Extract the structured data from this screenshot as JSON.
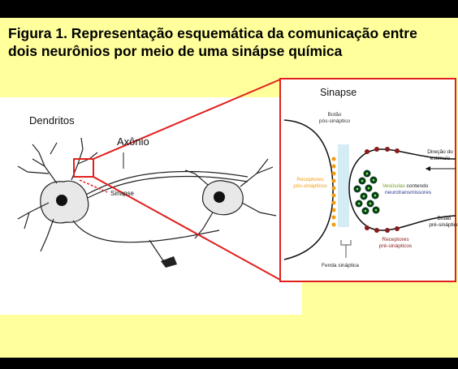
{
  "title": {
    "line1": "Figura 1. Representação esquemática da comunicação entre",
    "line2": "dois neurônios por meio de uma sinápse química"
  },
  "neuron": {
    "dendritos": "Dendritos",
    "axonio": "Axônio",
    "sinapse": "Sinapse"
  },
  "inset": {
    "title": "Sinapse",
    "botao_pos": "Botão\npós-sináptico",
    "receptores_pos": "Receptores\npós-sinápticos",
    "vesiculas_prefix": "Vesículas",
    "vesiculas_suffix": " contendo",
    "neurotransmissores": "neurotransmissores",
    "direcao": "Direção do\nestímulo",
    "botao_pre": "Botão\npré-sináptico",
    "receptores_pre": "Receptores\npré-sinápticos",
    "fenda": "Fenda sináptica"
  },
  "colors": {
    "background": "#ffff9c",
    "inset_border": "#e0201c",
    "receptor_pos": "#f39c12",
    "receptor_pre": "#8b1a1a",
    "vesicle": "#0a3d1e",
    "vesicle_dot": "#7cff3a",
    "vesiculas_text": "#6b9b1a",
    "neurotransmissores_text": "#2b3b8f"
  }
}
